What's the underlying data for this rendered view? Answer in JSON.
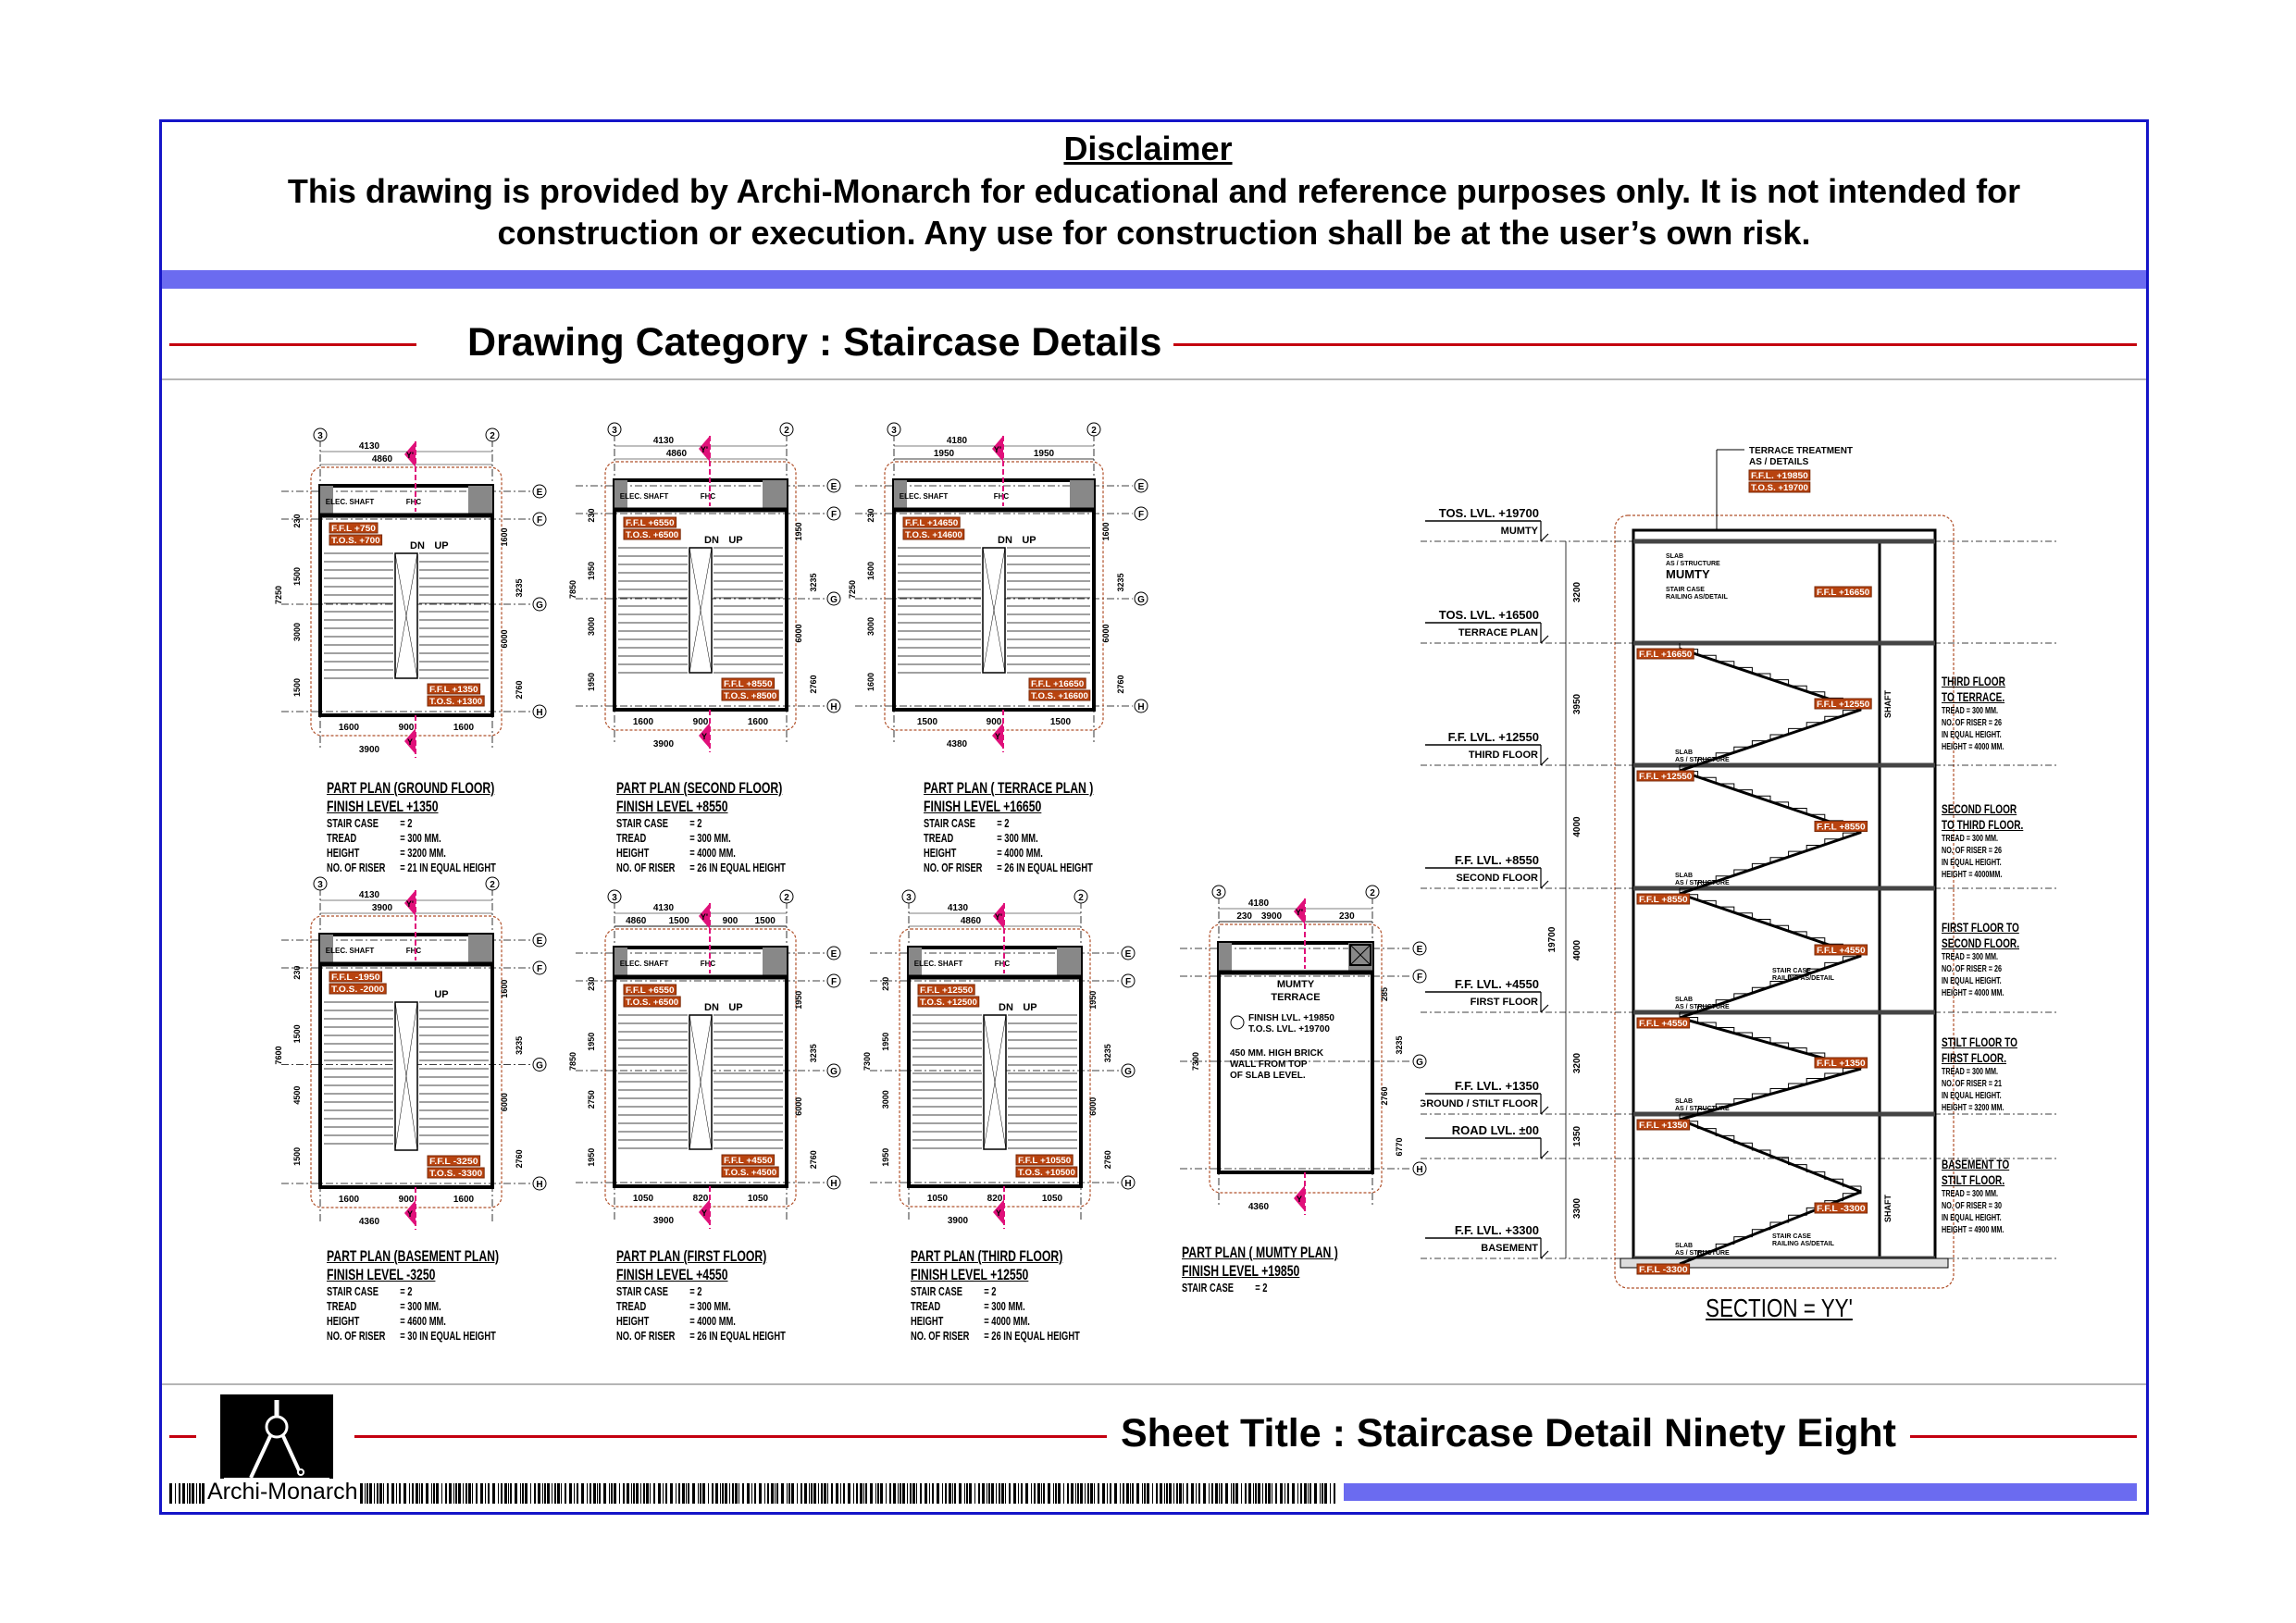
{
  "disclaimer": {
    "title": "Disclaimer",
    "line1": "This drawing is provided by Archi-Monarch for educational and reference purposes only. It is not intended for",
    "line2": "construction or execution. Any use for construction shall be at the user’s own risk."
  },
  "category": {
    "title": "Drawing Category : Staircase Details"
  },
  "footer": {
    "brand": "Archi-Monarch",
    "sheet_title": "Sheet Title : Staircase Detail Ninety Eight",
    "logo_icon": "drafting-compass-icon"
  },
  "colors": {
    "frame": "#1515c8",
    "band": "#6b6bf0",
    "red_rule": "#c4000f",
    "tag": "#b8430f",
    "section_mark": "#e0107a",
    "cloud": "#b0502a"
  },
  "plans": [
    {
      "title": "PART PLAN (GROUND FLOOR)",
      "finish_level": "FINISH LEVEL  +1350",
      "specs": [
        [
          "STAIR CASE",
          "= 2"
        ],
        [
          "TREAD",
          "= 300 MM."
        ],
        [
          "HEIGHT",
          "= 3200 MM."
        ],
        [
          "NO. OF RISER",
          "= 21 IN EQUAL HEIGHT"
        ]
      ],
      "grid_top": [
        "3",
        "2"
      ],
      "grid_side": [
        "E",
        "F",
        "G",
        "H"
      ],
      "dims_top": [
        "4130",
        "4860"
      ],
      "dims_bottom": [
        "1600",
        "900",
        "1600",
        "3900"
      ],
      "dims_left": [
        "230",
        "1500",
        "3000",
        "1500",
        "7250"
      ],
      "dims_right": [
        "1600",
        "3235",
        "6000",
        "2760"
      ],
      "tags": [
        "F.F.L +750",
        "T.O.S. +700",
        "F.F.L +1350",
        "T.O.S. +1300"
      ],
      "stairs": true,
      "dn": "DN",
      "up": "UP",
      "mark_top": "Y'",
      "mark_bottom": "Y",
      "rooms": [
        "ELEC. SHAFT",
        "FHC"
      ]
    },
    {
      "title": "PART PLAN (SECOND FLOOR)",
      "finish_level": "FINISH LEVEL  +8550",
      "specs": [
        [
          "STAIR CASE",
          "= 2"
        ],
        [
          "TREAD",
          "= 300 MM."
        ],
        [
          "HEIGHT",
          "= 4000 MM."
        ],
        [
          "NO. OF RISER",
          "= 26 IN EQUAL HEIGHT"
        ]
      ],
      "grid_top": [
        "3",
        "2"
      ],
      "grid_side": [
        "E",
        "F",
        "G",
        "H"
      ],
      "dims_top": [
        "4130",
        "4860"
      ],
      "dims_bottom": [
        "1600",
        "900",
        "1600",
        "3900"
      ],
      "dims_left": [
        "230",
        "1950",
        "3000",
        "1950",
        "7850"
      ],
      "dims_right": [
        "1950",
        "3235",
        "6000",
        "2760"
      ],
      "tags": [
        "F.F.L +6550",
        "T.O.S. +6500",
        "F.F.L +8550",
        "T.O.S. +8500"
      ],
      "stairs": true,
      "dn": "DN",
      "up": "UP",
      "mark_top": "Y'",
      "mark_bottom": "Y",
      "rooms": [
        "ELEC. SHAFT",
        "FHC"
      ]
    },
    {
      "title": "PART PLAN ( TERRACE PLAN )",
      "finish_level": "FINISH LEVEL  +16650",
      "specs": [
        [
          "STAIR CASE",
          "= 2"
        ],
        [
          "TREAD",
          "= 300 MM."
        ],
        [
          "HEIGHT",
          "= 4000 MM."
        ],
        [
          "NO. OF RISER",
          "= 26 IN EQUAL HEIGHT"
        ]
      ],
      "grid_top": [
        "3",
        "2"
      ],
      "grid_side": [
        "E",
        "F",
        "G",
        "H"
      ],
      "dims_top": [
        "4180",
        "1950",
        "1950"
      ],
      "dims_bottom": [
        "1500",
        "900",
        "1500",
        "4380"
      ],
      "dims_left": [
        "230",
        "1600",
        "3000",
        "1600",
        "7250"
      ],
      "dims_right": [
        "1600",
        "3235",
        "6000",
        "2760"
      ],
      "tags": [
        "F.F.L +14650",
        "T.O.S. +14600",
        "F.F.L +16650",
        "T.O.S. +16600"
      ],
      "stairs": true,
      "dn": "DN",
      "up": "UP",
      "mark_top": "Y'",
      "mark_bottom": "Y",
      "rooms": [
        "ELEC. SHAFT",
        "FHC"
      ]
    },
    {
      "title": "PART PLAN (BASEMENT PLAN)",
      "finish_level": "FINISH LEVEL  -3250",
      "specs": [
        [
          "STAIR CASE",
          "= 2"
        ],
        [
          "TREAD",
          "= 300 MM."
        ],
        [
          "HEIGHT",
          "= 4600 MM."
        ],
        [
          "NO. OF RISER",
          "= 30 IN EQUAL HEIGHT"
        ]
      ],
      "grid_top": [
        "3",
        "2"
      ],
      "grid_side": [
        "E",
        "F",
        "G",
        "H"
      ],
      "dims_top": [
        "4130",
        "3900"
      ],
      "dims_bottom": [
        "1600",
        "900",
        "1600",
        "4360"
      ],
      "dims_left": [
        "230",
        "1500",
        "4500",
        "1500",
        "7600"
      ],
      "dims_right": [
        "1600",
        "3235",
        "6000",
        "2760"
      ],
      "tags": [
        "F.F.L -1950",
        "T.O.S. -2000",
        "F.F.L -3250",
        "T.O.S. -3300"
      ],
      "stairs": true,
      "dn": "",
      "up": "UP",
      "mark_top": "Y'",
      "mark_bottom": "Y",
      "rooms": [
        "ELEC. SHAFT",
        "FHC"
      ]
    },
    {
      "title": "PART PLAN (FIRST FLOOR)",
      "finish_level": "FINISH LEVEL  +4550",
      "specs": [
        [
          "STAIR CASE",
          "= 2"
        ],
        [
          "TREAD",
          "= 300 MM."
        ],
        [
          "HEIGHT",
          "= 4000 MM."
        ],
        [
          "NO. OF RISER",
          "= 26 IN EQUAL HEIGHT"
        ]
      ],
      "grid_top": [
        "3",
        "2"
      ],
      "grid_side": [
        "E",
        "F",
        "G",
        "H"
      ],
      "dims_top": [
        "4130",
        "4860",
        "1500",
        "900",
        "1500"
      ],
      "dims_bottom": [
        "1050",
        "820",
        "1050",
        "3900"
      ],
      "dims_left": [
        "230",
        "1950",
        "2750",
        "1950",
        "7850"
      ],
      "dims_right": [
        "1950",
        "3235",
        "6000",
        "2760"
      ],
      "tags": [
        "F.F.L +6550",
        "T.O.S. +6500",
        "F.F.L +4550",
        "T.O.S. +4500"
      ],
      "stairs": true,
      "dn": "DN",
      "up": "UP",
      "mark_top": "Y'",
      "mark_bottom": "Y",
      "rooms": [
        "ELEC. SHAFT",
        "FHC"
      ]
    },
    {
      "title": "PART PLAN (THIRD FLOOR)",
      "finish_level": "FINISH LEVEL  +12550",
      "specs": [
        [
          "STAIR CASE",
          "= 2"
        ],
        [
          "TREAD",
          "= 300 MM."
        ],
        [
          "HEIGHT",
          "= 4000 MM."
        ],
        [
          "NO. OF RISER",
          "= 26 IN EQUAL HEIGHT"
        ]
      ],
      "grid_top": [
        "3",
        "2"
      ],
      "grid_side": [
        "E",
        "F",
        "G",
        "H"
      ],
      "dims_top": [
        "4130",
        "4860"
      ],
      "dims_bottom": [
        "1050",
        "820",
        "1050",
        "3900"
      ],
      "dims_left": [
        "230",
        "1950",
        "3000",
        "1950",
        "7300"
      ],
      "dims_right": [
        "1950",
        "3235",
        "6000",
        "2760"
      ],
      "tags": [
        "F.F.L +12550",
        "T.O.S. +12500",
        "F.F.L +10550",
        "T.O.S. +10500"
      ],
      "stairs": true,
      "dn": "DN",
      "up": "UP",
      "mark_top": "Y'",
      "mark_bottom": "Y",
      "rooms": [
        "ELEC. SHAFT",
        "FHC"
      ]
    },
    {
      "title": "PART PLAN ( MUMTY PLAN )",
      "finish_level": "FINISH LEVEL  +19850",
      "specs": [
        [
          "STAIR CASE",
          "= 2"
        ]
      ],
      "grid_top": [
        "3",
        "2"
      ],
      "grid_side": [
        "E",
        "F",
        "G",
        "H"
      ],
      "dims_top": [
        "4180",
        "230",
        "3900",
        "230"
      ],
      "dims_bottom": [
        "4360"
      ],
      "dims_left": [
        "7300"
      ],
      "dims_right": [
        "285",
        "3235",
        "2760",
        "6770"
      ],
      "tags": [],
      "stairs": false,
      "mark_top": "Y'",
      "mark_bottom": "Y",
      "notes": [
        "MUMTY",
        "TERRACE",
        "FINISH LVL. +19850",
        "T.O.S. LVL. +19700",
        "450 MM. HIGH BRICK",
        "WALL FROM TOP",
        "OF SLAB LEVEL."
      ]
    }
  ],
  "section": {
    "title": "SECTION = YY'",
    "levels": [
      {
        "line1": "TOS. LVL. +19700",
        "line2": "MUMTY"
      },
      {
        "line1": "TOS. LVL. +16500",
        "line2": "TERRACE PLAN"
      },
      {
        "line1": "F.F. LVL. +12550",
        "line2": "THIRD FLOOR"
      },
      {
        "line1": "F.F. LVL. +8550",
        "line2": "SECOND FLOOR"
      },
      {
        "line1": "F.F. LVL. +4550",
        "line2": "FIRST FLOOR"
      },
      {
        "line1": "F.F. LVL. +1350",
        "line2": "GROUND / STILT FLOOR"
      },
      {
        "line1": "ROAD LVL. ±00",
        "line2": ""
      },
      {
        "line1": "F.F. LVL. +3300",
        "line2": "BASEMENT"
      }
    ],
    "level_dims": [
      "3200",
      "3950",
      "4000",
      "4000",
      "3200",
      "1350",
      "3300"
    ],
    "total_dim": "19700",
    "top_notes": [
      "TERRACE TREATMENT",
      "AS / DETAILS"
    ],
    "top_tags": [
      "F.F.L. +19850",
      "T.O.S. +19700"
    ],
    "labels": {
      "mumty": "MUMTY",
      "slab": "SLAB",
      "slab2": "AS / STRUCTURE",
      "railing": "STAIR CASE",
      "railing2": "RAILING AS/DETAIL",
      "shaft": "SHAFT"
    },
    "tags": [
      "F.F.L +16650",
      "F.F.L +12550",
      "F.F.L +8550",
      "F.F.L +4550",
      "F.F.L +1350",
      "F.F.L -3300"
    ],
    "notes": [
      {
        "h1": "THIRD FLOOR",
        "h2": "TO TERRACE.",
        "lines": [
          "TREAD = 300 MM.",
          "NO. OF RISER = 26",
          "IN EQUAL HEIGHT.",
          "HEIGHT = 4000 MM."
        ]
      },
      {
        "h1": "SECOND FLOOR",
        "h2": "TO THIRD FLOOR.",
        "lines": [
          "TREAD = 300 MM.",
          "NO. OF RISER = 26",
          "IN EQUAL HEIGHT.",
          "HEIGHT = 4000MM."
        ]
      },
      {
        "h1": "FIRST FLOOR TO",
        "h2": "SECOND FLOOR.",
        "lines": [
          "TREAD = 300 MM.",
          "NO. OF RISER = 26",
          "IN EQUAL HEIGHT.",
          "HEIGHT = 4000 MM."
        ]
      },
      {
        "h1": "STILT FLOOR TO",
        "h2": "FIRST FLOOR.",
        "lines": [
          "TREAD = 300 MM.",
          "NO. OF RISER = 21",
          "IN EQUAL HEIGHT.",
          "HEIGHT = 3200 MM."
        ]
      },
      {
        "h1": "BASEMENT TO",
        "h2": "STILT FLOOR.",
        "lines": [
          "TREAD = 300 MM.",
          "NO. OF RISER = 30",
          "IN EQUAL HEIGHT.",
          "HEIGHT = 4900 MM."
        ]
      }
    ]
  }
}
